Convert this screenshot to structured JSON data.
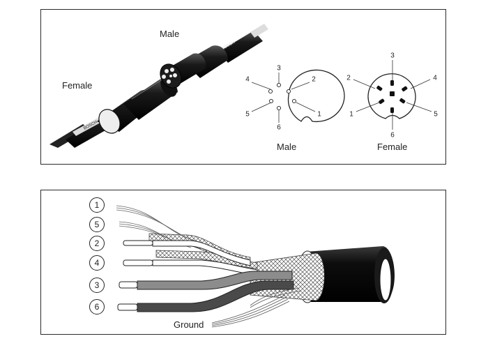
{
  "top_panel": {
    "plug_labels": {
      "male": "Male",
      "female": "Female"
    },
    "male_pinout": {
      "caption": "Male",
      "pins": [
        "1",
        "2",
        "3",
        "4",
        "5",
        "6"
      ]
    },
    "female_pinout": {
      "caption": "Female",
      "pins": [
        "1",
        "2",
        "3",
        "4",
        "5",
        "6"
      ]
    },
    "brand_print": "BOSCH"
  },
  "bottom_panel": {
    "wire_numbers": [
      "1",
      "5",
      "2",
      "4",
      "3",
      "6"
    ],
    "ground_label": "Ground"
  },
  "colors": {
    "border": "#2a2a2a",
    "cable": "#111111",
    "wire_grey": "#8c8c8c",
    "wire_dark": "#4a4a4a"
  }
}
